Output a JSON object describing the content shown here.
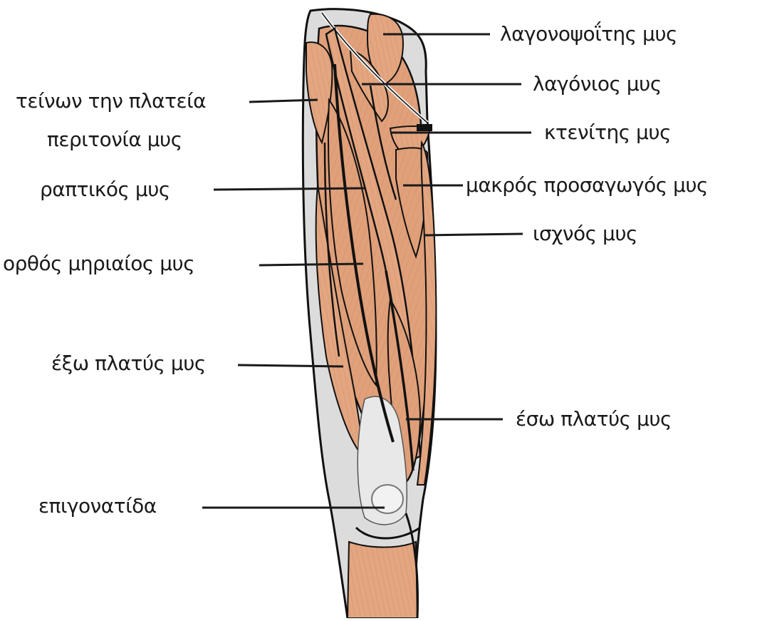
{
  "diagram": {
    "colors": {
      "muscle": "#e0a07a",
      "muscle_light": "#ecb99a",
      "muscle_shade": "#c8825c",
      "tendon": "#e6e6e6",
      "outline": "#111111",
      "line": "#1a1a1a"
    },
    "labels": {
      "iliopsoas": "λαγονοψοΐτης μυς",
      "iliacus": "λαγόνιος μυς",
      "tfl_line1": "τείνων την πλατεία",
      "tfl_line2": "περιτονία μυς",
      "pectineus": "κτενίτης μυς",
      "sartorius": "ραπτικός μυς",
      "adductor_longus": "μακρός προσαγωγός μυς",
      "gracilis": "ισχνός μυς",
      "rectus_femoris": "ορθός μηριαίος μυς",
      "vastus_lateralis": "έξω πλατύς μυς",
      "vastus_medialis": "έσω πλατύς μυς",
      "patella": "επιγονατίδα"
    }
  }
}
